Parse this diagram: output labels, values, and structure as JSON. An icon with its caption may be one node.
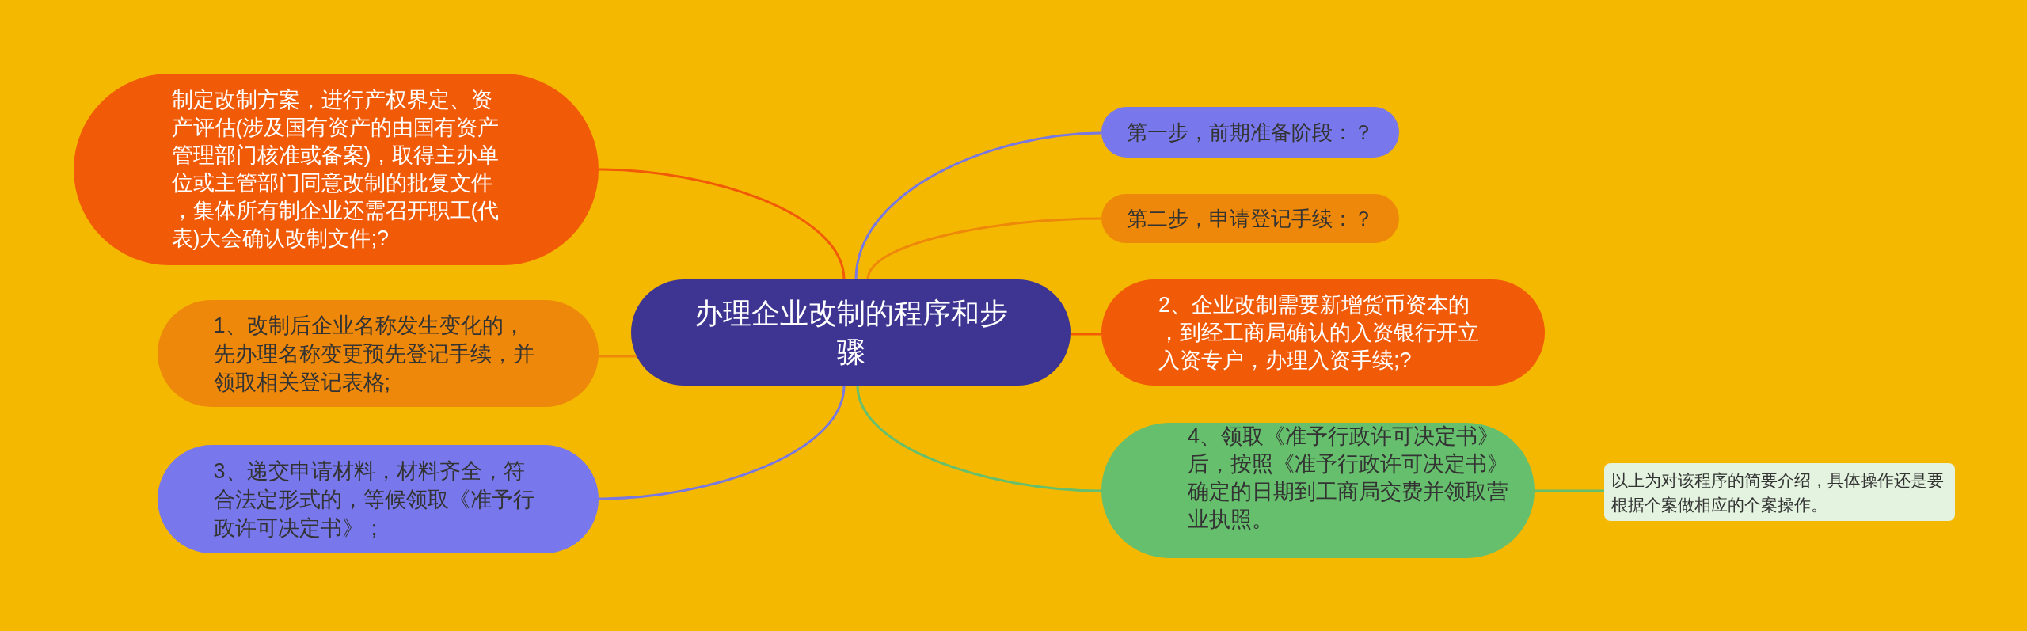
{
  "diagram": {
    "nodes": [
      {
        "text": [
          "办理企业改制的程序和步骤"
        ]
      },
      {
        "text": [
          "第一步，前期准备阶段：？"
        ]
      },
      {
        "text": [
          "制定改制方案，进行产权界定、资产评估(涉及国有资产的由国有资产管理部门核准或备案)，取得主办单位或主管部门同意改制的批复文件，集体所有制企业还需召开职工(代表)大会确认改制文件;?"
        ]
      },
      {
        "text": [
          "第二步，申请登记手续：？"
        ]
      },
      {
        "text": [
          "1、改制后企业名称发生变化的，先办理名称变更预先登记手续，并领取相关登记表格;"
        ]
      },
      {
        "text": [
          "2、企业改制需要新增货币资本的，到经工商局确认的入资银行开立入资专户，办理入资手续;?"
        ]
      },
      {
        "text": [
          "3、递交申请材料，材料齐全，符合法定形式的，等候领取《准予行政许可决定书》；"
        ]
      },
      {
        "text": [
          "4、领取《准予行政许可决定书》后，按照《准予行政许可决定书》确定的日期到工商局交费并领取营业执照。"
        ]
      },
      {
        "text": [
          "以上为对该程序的简要介绍，具体操作还是要根据个案做相应的个案操作。"
        ]
      }
    ],
    "edges": [
      {
        "from": 0,
        "to": 1,
        "arrow": "none",
        "color": "#7878e0"
      },
      {
        "from": 0,
        "to": 2,
        "arrow": "none",
        "color": "#f15a06"
      },
      {
        "from": 0,
        "to": 3,
        "arrow": "none",
        "color": "#ee880a"
      },
      {
        "from": 0,
        "to": 4,
        "arrow": "none",
        "color": "#ee880a"
      },
      {
        "from": 0,
        "to": 5,
        "arrow": "none",
        "color": "#f15a06"
      },
      {
        "from": 0,
        "to": 6,
        "arrow": "none",
        "color": "#7878e0"
      },
      {
        "from": 0,
        "to": 7,
        "arrow": "none",
        "color": "#65bf6c"
      },
      {
        "from": 7,
        "to": 8,
        "arrow": "none",
        "color": "#65bf6c"
      }
    ]
  }
}
